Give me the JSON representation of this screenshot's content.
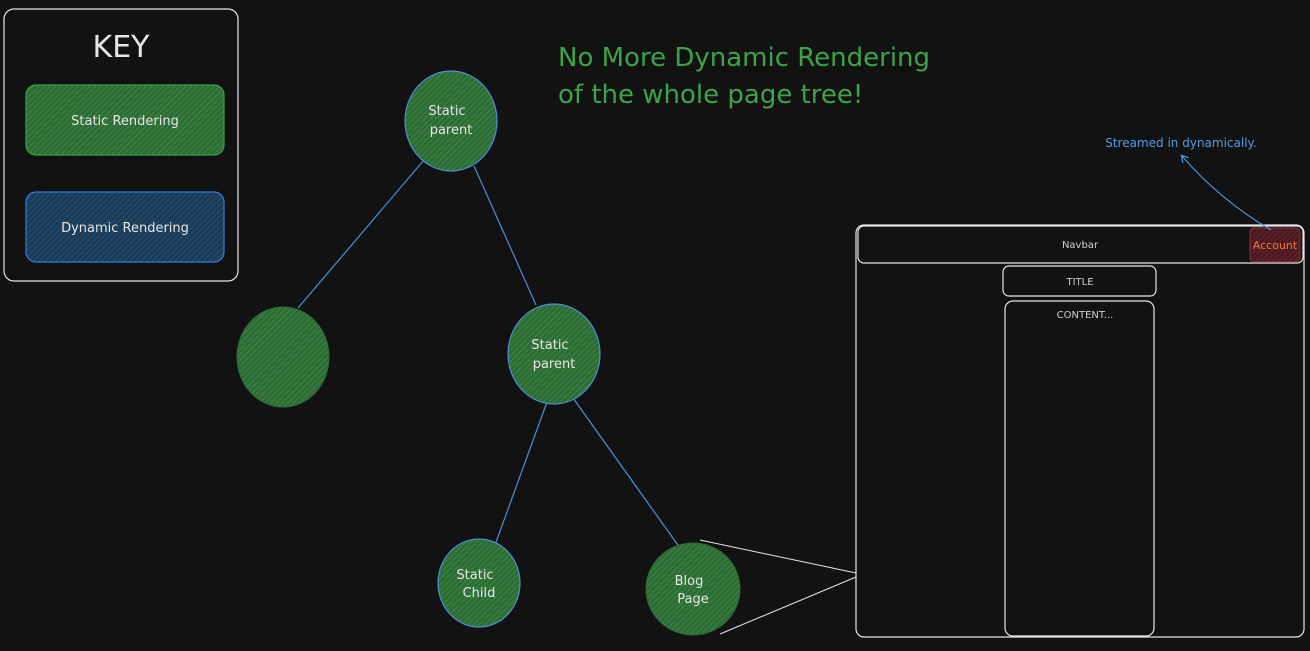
{
  "key": {
    "title": "KEY",
    "items": [
      {
        "label": "Static Rendering",
        "color": "#2f7d3a"
      },
      {
        "label": "Dynamic Rendering",
        "color": "#1e4d73"
      }
    ]
  },
  "headline": {
    "line1": "No More Dynamic Rendering",
    "line2": "of the whole page tree!",
    "color": "#3aa446"
  },
  "tree": {
    "nodes": [
      {
        "id": "root",
        "line1": "Static",
        "line2": "parent"
      },
      {
        "id": "left-child",
        "line1": "",
        "line2": ""
      },
      {
        "id": "mid-parent",
        "line1": "Static",
        "line2": "parent"
      },
      {
        "id": "static-child",
        "line1": "Static",
        "line2": "Child"
      },
      {
        "id": "blog-page",
        "line1": "Blog",
        "line2": "Page"
      }
    ]
  },
  "page_mock": {
    "navbar": "Navbar",
    "account": "Account",
    "title": "TITLE",
    "content": "CONTENT...",
    "annotation": "Streamed in dynamically."
  },
  "colors": {
    "static_fill": "#2e6b35",
    "static_hatch": "#3f8f49",
    "dynamic_fill": "#1b3a55",
    "dynamic_hatch": "#27577e",
    "edge": "#4a90d9",
    "annotation": "#4a9eea",
    "account_text": "#f07a2a",
    "account_fill": "#5a1f26",
    "outline": "#e6e6e6"
  }
}
